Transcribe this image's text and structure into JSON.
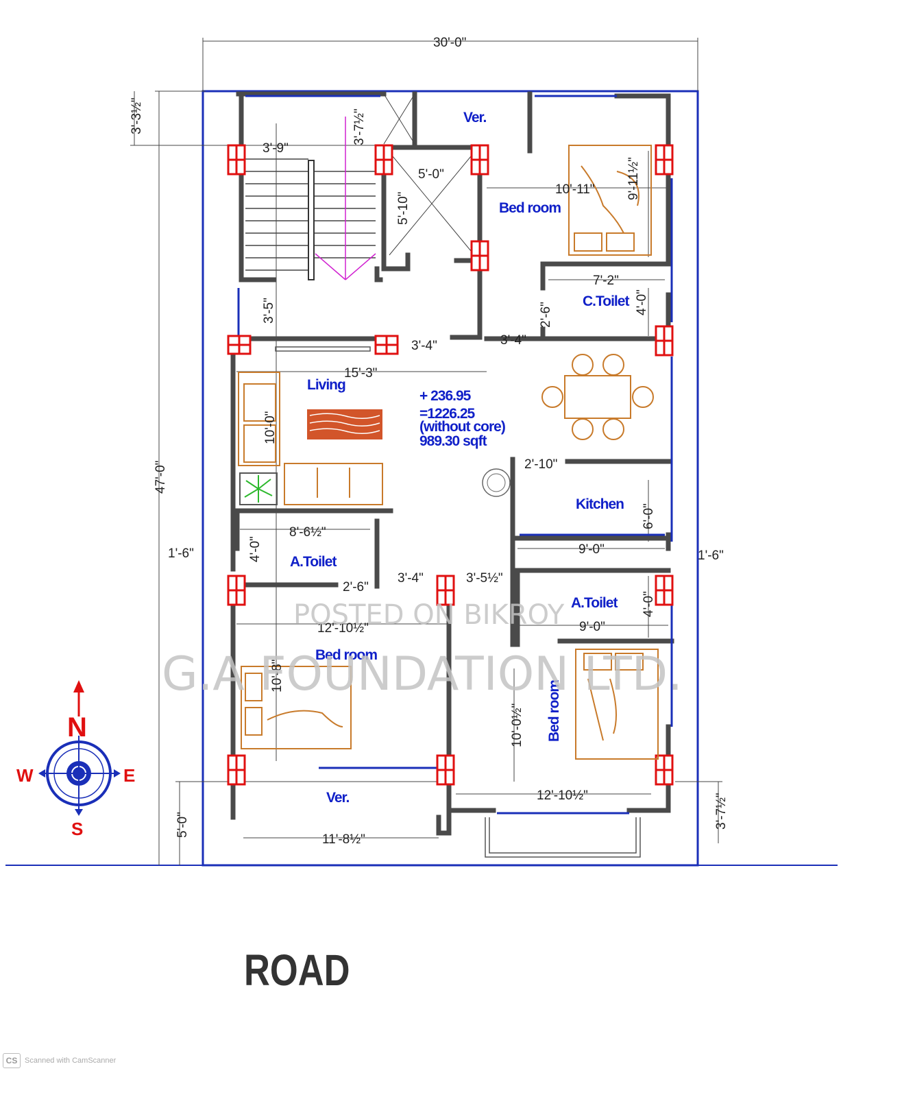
{
  "dimensions": {
    "overall_width": "30'-0\"",
    "overall_depth": "47'-0\"",
    "top_setback": "3'-3½\"",
    "stair_width": "3'-9\"",
    "stair_top": "3'-7½\"",
    "lift_width": "5'-0\"",
    "lift_depth": "5'-10\"",
    "bed1_width": "10'-11\"",
    "bed1_depth": "9'-11½\"",
    "ctoilet_width": "7'-2\"",
    "ctoilet_depth": "4'-0\"",
    "ctoilet_door": "2'-6\"",
    "lobby_depth": "3'-5\"",
    "lobby_gap": "3'-4\"",
    "corridor_gap": "3'-4\"",
    "living_width": "15'-3\"",
    "living_depth": "10'-0\"",
    "kitchen_door": "2'-10\"",
    "kitchen_depth": "6'-0\"",
    "kitchen_width": "9'-0\"",
    "side_setback_left": "1'-6\"",
    "side_setback_right": "1'-6\"",
    "atoilet1_width": "8'-6½\"",
    "atoilet1_depth": "4'-0\"",
    "atoilet1_door": "2'-6\"",
    "passage_width": "3'-4\"",
    "passage_right": "3'-5½\"",
    "atoilet2_depth": "4'-0\"",
    "atoilet2_width": "9'-0\"",
    "bed2_width": "12'-10½\"",
    "bed2_depth": "10'-8\"",
    "bed3_depth": "10'-0½\"",
    "bed3_width": "12'-10½\"",
    "front_setback": "5'-0\"",
    "verandah_width": "11'-8½\"",
    "balcony_depth": "3'-7½\""
  },
  "rooms": {
    "verandah_top": "Ver.",
    "bedroom_1": "Bed room",
    "common_toilet": "C.Toilet",
    "living": "Living",
    "kitchen": "Kitchen",
    "attached_toilet_1": "A.Toilet",
    "attached_toilet_2": "A.Toilet",
    "bedroom_2": "Bed room",
    "bedroom_3": "Bed room",
    "verandah_bottom": "Ver."
  },
  "area": {
    "line1": "+ 236.95",
    "line2": "=1226.25",
    "line3": "(without core)",
    "line4": "989.30 sqft"
  },
  "compass": {
    "north": "N",
    "south": "S",
    "east": "E",
    "west": "W"
  },
  "road_label": "ROAD",
  "watermarks": {
    "posted": "POSTED ON BIKROY",
    "company": "G.A FOUNDATION LTD."
  },
  "scanner": {
    "badge": "CS",
    "text": "Scanned with CamScanner"
  },
  "colors": {
    "wall": "#4a4a4a",
    "plot": "#1a2fb8",
    "column": "#e01010",
    "furniture": "#c87a2a",
    "room_text": "#1020c8"
  }
}
